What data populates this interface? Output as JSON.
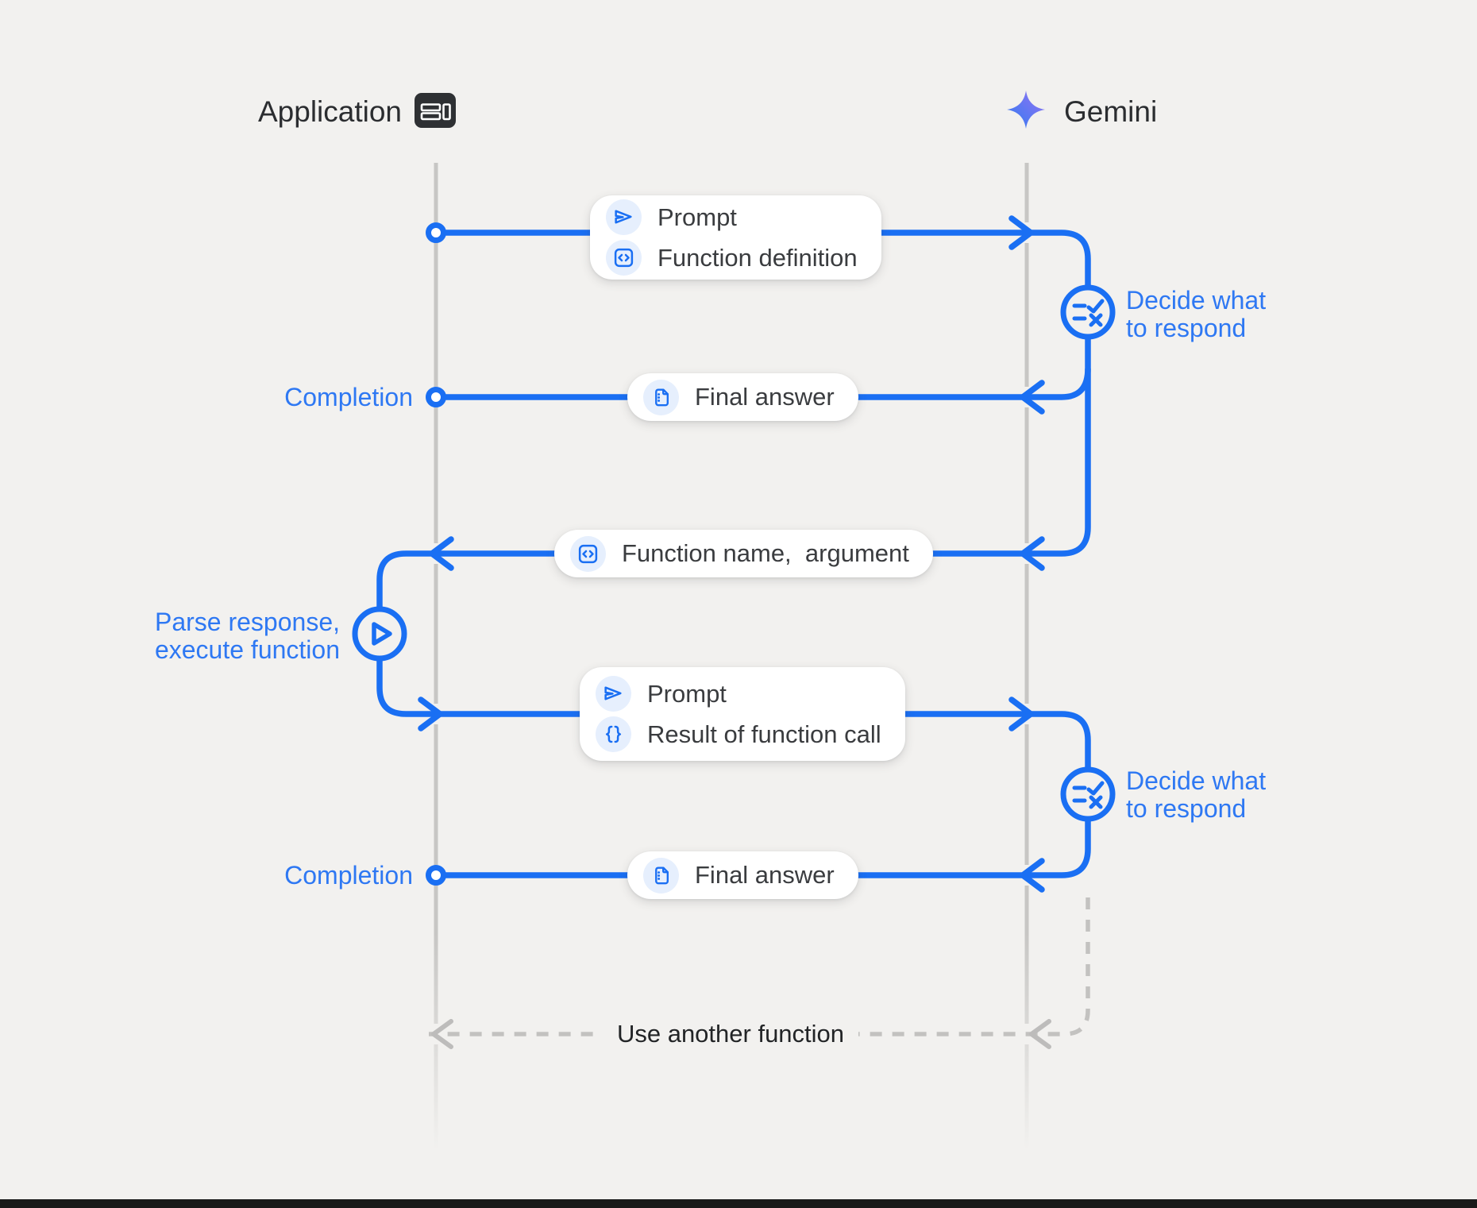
{
  "palette": {
    "bg": "#f2f1ef",
    "line-blue": "#1a6ff3",
    "text-blue": "#2e78f3",
    "line-gray": "#c7c6c4",
    "dash-gray": "#c3c2c0",
    "card-bg": "#ffffff",
    "card-text": "#3a3c3f",
    "header-text": "#2b2d30",
    "icon-chip": "#e6effd",
    "app-icon-dark": "#2e3033",
    "footer-bar": "#191919"
  },
  "actors": {
    "application": {
      "label": "Application",
      "icon": "app-window-icon"
    },
    "gemini": {
      "label": "Gemini",
      "icon": "gemini-sparkle-icon"
    }
  },
  "cards": [
    {
      "name": "prompt-function-definition",
      "rows": [
        {
          "icon": "send-icon",
          "label": "Prompt"
        },
        {
          "icon": "code-icon",
          "label": "Function definition"
        }
      ]
    },
    {
      "name": "final-answer-1",
      "rows": [
        {
          "icon": "document-icon",
          "label": "Final answer"
        }
      ]
    },
    {
      "name": "function-name-argument",
      "rows": [
        {
          "icon": "code-icon",
          "label": "Function name,  argument"
        }
      ]
    },
    {
      "name": "prompt-result-of-function-call",
      "rows": [
        {
          "icon": "send-icon",
          "label": "Prompt"
        },
        {
          "icon": "braces-icon",
          "label": "Result of function call"
        }
      ]
    },
    {
      "name": "final-answer-2",
      "rows": [
        {
          "icon": "document-icon",
          "label": "Final answer"
        }
      ]
    }
  ],
  "labels": {
    "completion_1": "Completion",
    "completion_2": "Completion",
    "decide_1": {
      "line1": "Decide what",
      "line2": "to respond"
    },
    "decide_2": {
      "line1": "Decide what",
      "line2": "to respond"
    },
    "parse": {
      "line1": "Parse response,",
      "line2": "execute function"
    },
    "loop": "Use another function"
  }
}
